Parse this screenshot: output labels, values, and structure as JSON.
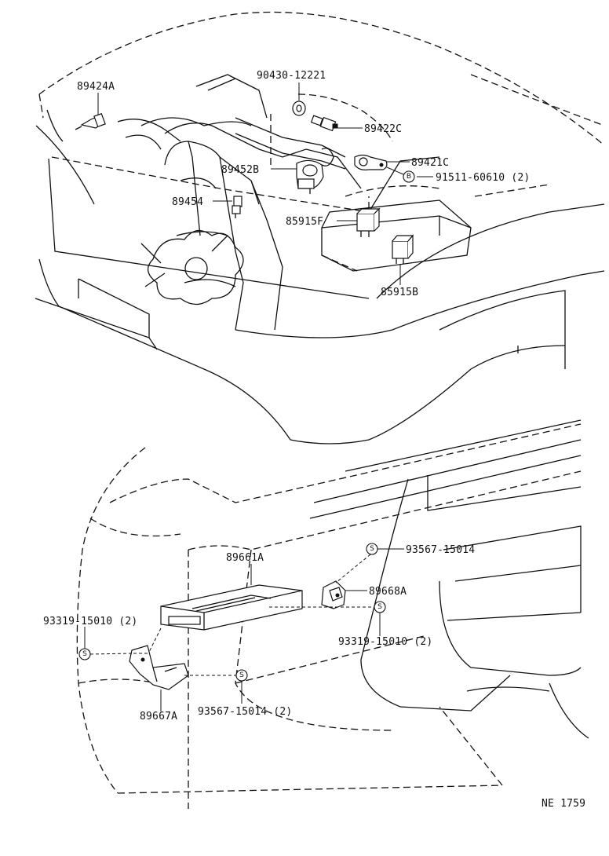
{
  "labels": {
    "p_90430_12221": "90430-12221",
    "p_89424A": "89424A",
    "p_89422C": "89422C",
    "p_89421C": "89421C",
    "p_91511_60610": "91511-60610 (2)",
    "p_89452B": "89452B",
    "p_89454": "89454",
    "p_85915F": "85915F",
    "p_85915B": "85915B",
    "p_89661A": "89661A",
    "p_93567_15014_top": "93567-15014",
    "p_89668A": "89668A",
    "p_93319_15010_left": "93319-15010 (2)",
    "p_93319_15010_right": "93319-15010 (2)",
    "p_93567_15014_bottom": "93567-15014 (2)",
    "p_89667A": "89667A",
    "diagram_code": "NE 1759"
  },
  "markers": {
    "bolt_B": "B",
    "screw_S": "S"
  }
}
